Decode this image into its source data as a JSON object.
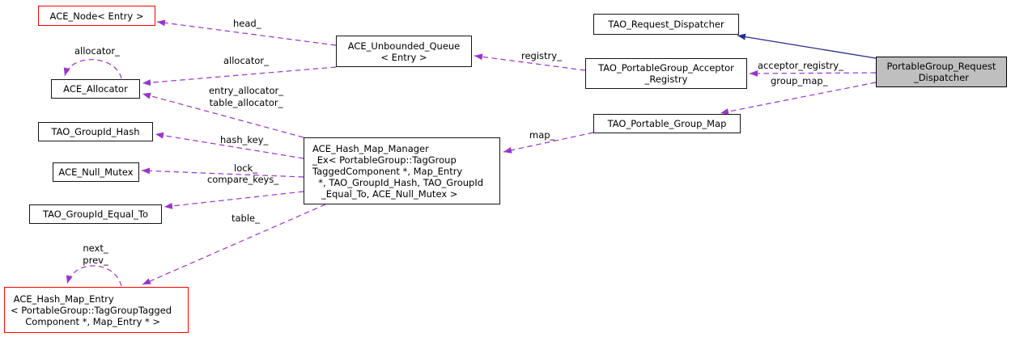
{
  "colors": {
    "dashed_edge": "#9a32cd",
    "inheritance_edge": "#252d8f",
    "node_border": "#141414",
    "truncated_node_border": "#ff0000",
    "node_fill": "#ffffff",
    "current_node_fill": "#bfbfbf",
    "background": "#ffffff"
  },
  "nodes": [
    {
      "id": "ace-node",
      "label": "ACE_Node< Entry >",
      "style": "red-border"
    },
    {
      "id": "ace-allocator",
      "label": "ACE_Allocator",
      "style": "normal"
    },
    {
      "id": "tao-groupid-hash",
      "label": "TAO_GroupId_Hash",
      "style": "normal"
    },
    {
      "id": "ace-null-mutex",
      "label": "ACE_Null_Mutex",
      "style": "normal"
    },
    {
      "id": "tao-groupid-equal-to",
      "label": "TAO_GroupId_Equal_To",
      "style": "normal"
    },
    {
      "id": "ace-hash-map-entry",
      "label": " ACE_Hash_Map_Entry\n< PortableGroup::TagGroupTagged\n     Component *, Map_Entry * >",
      "style": "red-border"
    },
    {
      "id": "ace-unbounded-queue",
      "label": "ACE_Unbounded_Queue\n< Entry >",
      "style": "normal"
    },
    {
      "id": "ace-hash-map-manager",
      "label": "ACE_Hash_Map_Manager\n_Ex< PortableGroup::TagGroup\nTaggedComponent *, Map_Entry\n  *, TAO_GroupId_Hash, TAO_GroupId\n   _Equal_To, ACE_Null_Mutex >",
      "style": "normal"
    },
    {
      "id": "tao-request-dispatcher",
      "label": "TAO_Request_Dispatcher",
      "style": "normal"
    },
    {
      "id": "tao-portablegroup-acceptor-registry",
      "label": "TAO_PortableGroup_Acceptor\n_Registry",
      "style": "normal"
    },
    {
      "id": "tao-portable-group-map",
      "label": "TAO_Portable_Group_Map",
      "style": "normal"
    },
    {
      "id": "portablegroup-request-dispatcher",
      "label": "PortableGroup_Request\n_Dispatcher",
      "style": "current-gray"
    }
  ],
  "edges": [
    {
      "from": "ACE_Unbounded_Queue< Entry >",
      "to": "ACE_Node< Entry >",
      "label": "head_",
      "style": "dashed"
    },
    {
      "from": "ACE_Unbounded_Queue< Entry >",
      "to": "ACE_Allocator",
      "label": "allocator_",
      "style": "dashed"
    },
    {
      "from": "ACE_Hash_Map_Manager_Ex",
      "to": "ACE_Allocator",
      "label": "entry_allocator_\ntable_allocator_",
      "style": "dashed"
    },
    {
      "from": "ACE_Hash_Map_Manager_Ex",
      "to": "TAO_GroupId_Hash",
      "label": "hash_key_",
      "style": "dashed"
    },
    {
      "from": "ACE_Hash_Map_Manager_Ex",
      "to": "ACE_Null_Mutex",
      "label": "lock_",
      "style": "dashed"
    },
    {
      "from": "ACE_Hash_Map_Manager_Ex",
      "to": "TAO_GroupId_Equal_To",
      "label": "compare_keys_",
      "style": "dashed"
    },
    {
      "from": "ACE_Hash_Map_Manager_Ex",
      "to": "ACE_Hash_Map_Entry",
      "label": "table_",
      "style": "dashed"
    },
    {
      "from": "TAO_PortableGroup_Acceptor_Registry",
      "to": "ACE_Unbounded_Queue< Entry >",
      "label": "registry_",
      "style": "dashed"
    },
    {
      "from": "TAO_Portable_Group_Map",
      "to": "ACE_Hash_Map_Manager_Ex",
      "label": "map_",
      "style": "dashed"
    },
    {
      "from": "PortableGroup_Request_Dispatcher",
      "to": "TAO_PortableGroup_Acceptor_Registry",
      "label": "acceptor_registry_",
      "style": "dashed"
    },
    {
      "from": "PortableGroup_Request_Dispatcher",
      "to": "TAO_Portable_Group_Map",
      "label": "group_map_",
      "style": "dashed"
    },
    {
      "from": "PortableGroup_Request_Dispatcher",
      "to": "TAO_Request_Dispatcher",
      "label": "",
      "style": "solid-inheritance"
    },
    {
      "from": "ACE_Allocator",
      "to": "ACE_Allocator",
      "label": "allocator_",
      "style": "dashed-self-loop"
    },
    {
      "from": "ACE_Hash_Map_Entry",
      "to": "ACE_Hash_Map_Entry",
      "label": "next_\nprev_",
      "style": "dashed-self-loop"
    }
  ]
}
